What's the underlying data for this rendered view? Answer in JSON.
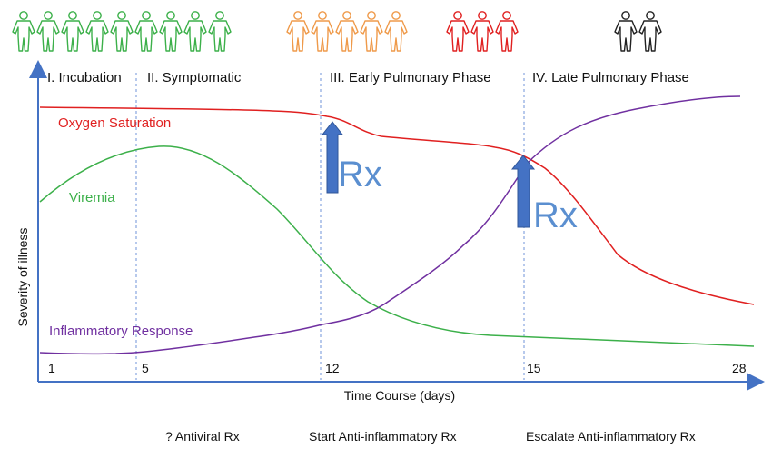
{
  "phases": [
    {
      "label": "I. Incubation",
      "people": 4,
      "people_color": "#3cb04a"
    },
    {
      "label": "II. Symptomatic",
      "people": 5,
      "people_color": "#3cb04a"
    },
    {
      "label": "III. Early Pulmonary Phase",
      "people": 5,
      "people_color": "#ef9a4a"
    },
    {
      "label": "IV. Late Pulmonary Phase",
      "people": 2,
      "people_color": "#222222"
    }
  ],
  "red_people": {
    "count": 3,
    "color": "#e02020"
  },
  "x_ticks": [
    "1",
    "5",
    "12",
    "15",
    "28"
  ],
  "axes": {
    "xlabel": "Time Course (days)",
    "ylabel": "Severity of illness",
    "color": "#4472c4"
  },
  "series": {
    "oxygen": {
      "name": "Oxygen Saturation",
      "color": "#e02020"
    },
    "viremia": {
      "name": "Viremia",
      "color": "#3cb04a"
    },
    "inflammatory": {
      "name": "Inflammatory Response",
      "color": "#7030a0"
    }
  },
  "rx_markers": [
    {
      "text": "Rx",
      "day": 12
    },
    {
      "text": "Rx",
      "day": 15
    }
  ],
  "treatments": [
    "? Antiviral Rx",
    "Start Anti-inflammatory Rx",
    "Escalate Anti-inflammatory Rx"
  ],
  "arrow_color": "#4472c4"
}
